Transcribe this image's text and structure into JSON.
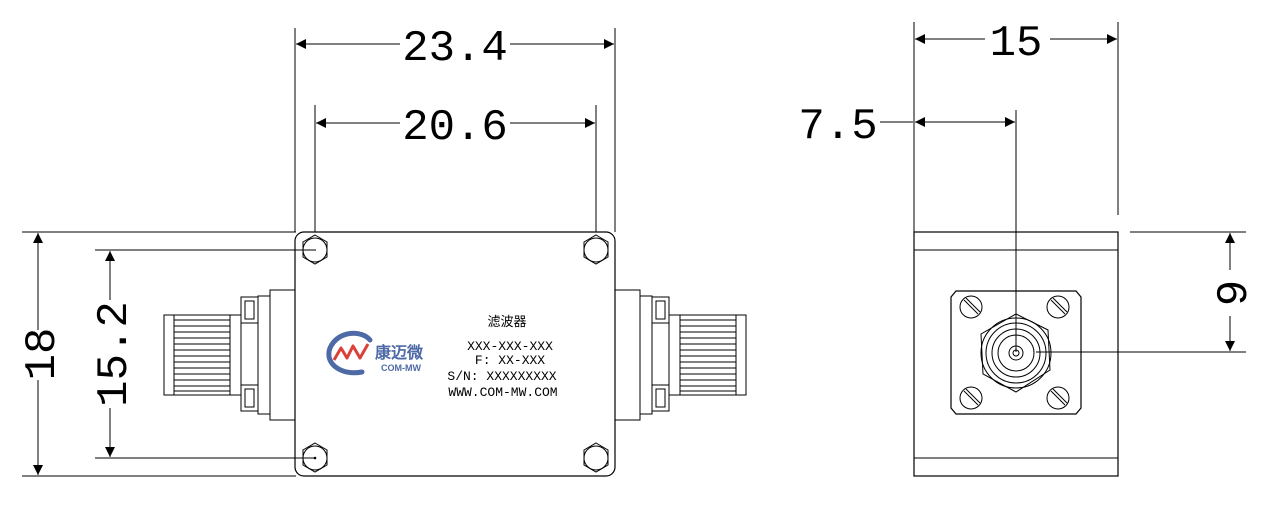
{
  "dimensions": {
    "top_overall_width": "23.4",
    "top_hole_spacing": "20.6",
    "left_overall_height": "18",
    "left_hole_spacing": "15.2",
    "side_width": "15",
    "side_center": "7.5",
    "side_connector_offset": "9"
  },
  "label": {
    "product_name": "滤波器",
    "model": "XXX-XXX-XXX",
    "frequency": "F: XX-XXX",
    "serial": "S/N: XXXXXXXXX",
    "website": "WWW.COM-MW.COM"
  },
  "logo": {
    "chinese_name": "康迈微",
    "english_name": "COM-MW",
    "accent_color": "#4e6aa6",
    "mark_color": "#d9413a"
  }
}
